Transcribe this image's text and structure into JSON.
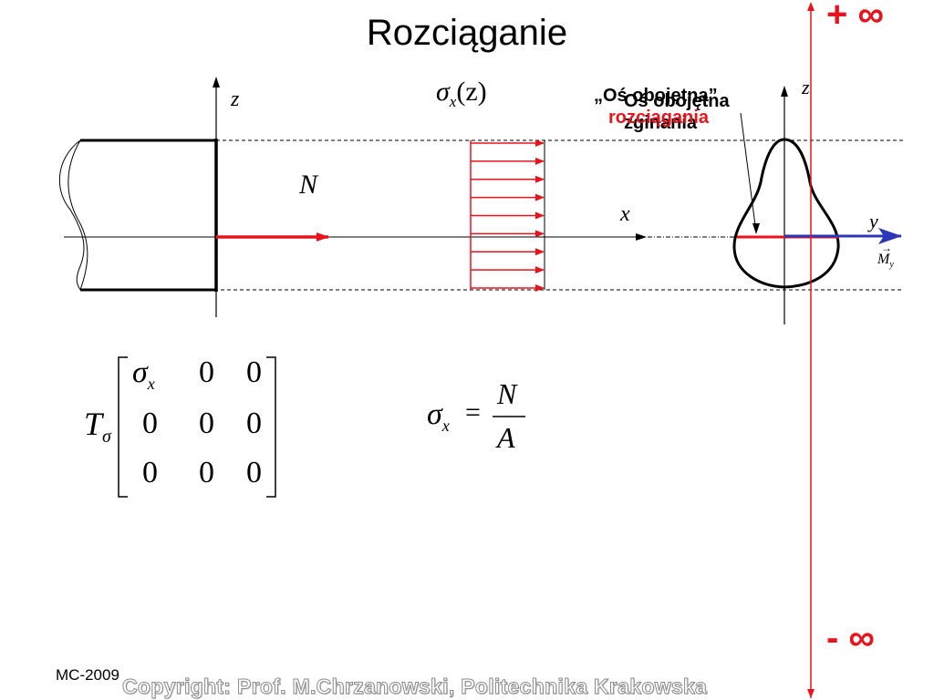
{
  "title": "Rozciąganie",
  "colors": {
    "load": "#e8141c",
    "moment": "#2b36b8",
    "line": "#000000"
  },
  "labels": {
    "z_left": "z",
    "N": "N",
    "sigma_x_z": {
      "sym": "σ",
      "sub": "x",
      "arg": "(z)"
    },
    "x_axis": "x",
    "z_right": "z",
    "y_axis": "y",
    "moment": {
      "sym": "M",
      "sub": "y"
    },
    "neutral_axis_tension_line1": "„Oś obojętna”",
    "neutral_axis_tension_line2": "rozciągania",
    "neutral_axis_bending_line1": "Oś obojętna",
    "neutral_axis_bending_line2": "zginania"
  },
  "plus_infinity": "+ ∞",
  "minus_infinity": "- ∞",
  "tensor": {
    "name": "T",
    "sub": "σ",
    "rows": [
      [
        "σx",
        "0",
        "0"
      ],
      [
        "0",
        "0",
        "0"
      ],
      [
        "0",
        "0",
        "0"
      ]
    ],
    "sigma_cell": {
      "sym": "σ",
      "sub": "x"
    }
  },
  "formula": {
    "lhs_sym": "σ",
    "lhs_sub": "x",
    "eq": "=",
    "numerator": "N",
    "denominator": "A"
  },
  "footer": "MC-2009",
  "copyright": "Copyright: Prof. M.Chrzanowski, Politechnika Krakowska"
}
